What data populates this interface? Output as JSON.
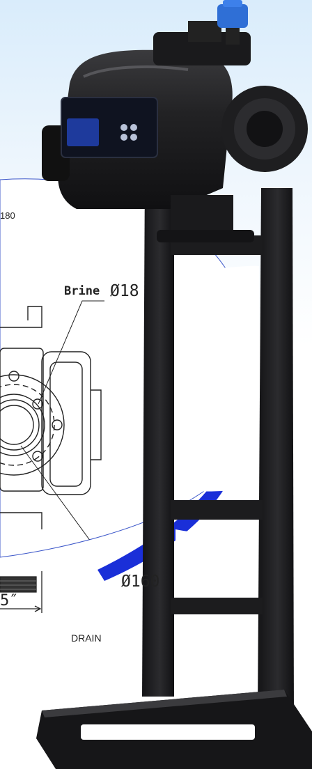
{
  "labels": {
    "brine": "Brine",
    "d18": "Ø18",
    "d160": "Ø160",
    "inch": "5″",
    "drain": "DRAIN",
    "partial": "180"
  },
  "colors": {
    "product_body": "#1c1c1e",
    "product_highlight": "#4a4a4e",
    "accent_arc": "#1a2fd8",
    "actuator": "#2f6fd6",
    "display": "#1e3a9c",
    "drawing_line": "#222222"
  },
  "icons": {
    "actuator": "actuator-icon",
    "control_panel": "control-panel-icon"
  }
}
